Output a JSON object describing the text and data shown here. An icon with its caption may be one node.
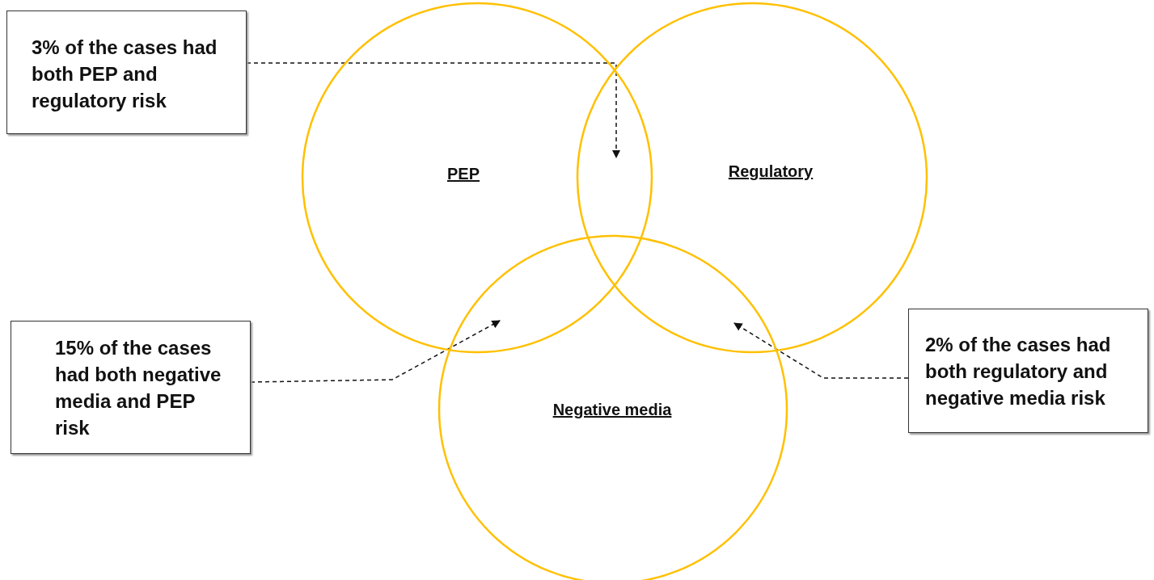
{
  "diagram": {
    "nodes": [
      {
        "text": [
          "3% of the cases had both PEP and regulatory risk"
        ]
      },
      {
        "text": [
          "PEP"
        ]
      },
      {
        "text": [
          "Regulatory"
        ]
      },
      {
        "text": [
          "15% of the cases had both negative media and PEP risk"
        ]
      },
      {
        "text": [
          "2% of the cases had both regulatory and negative media risk"
        ]
      },
      {
        "text": [
          "Negative media"
        ]
      }
    ],
    "edges": [
      {
        "from": 0,
        "to": 1,
        "arrow": "to",
        "style": "dashed"
      },
      {
        "from": 3,
        "to": 5,
        "arrow": "to",
        "style": "dashed"
      },
      {
        "from": 4,
        "to": 5,
        "arrow": "to",
        "style": "dashed"
      }
    ]
  }
}
